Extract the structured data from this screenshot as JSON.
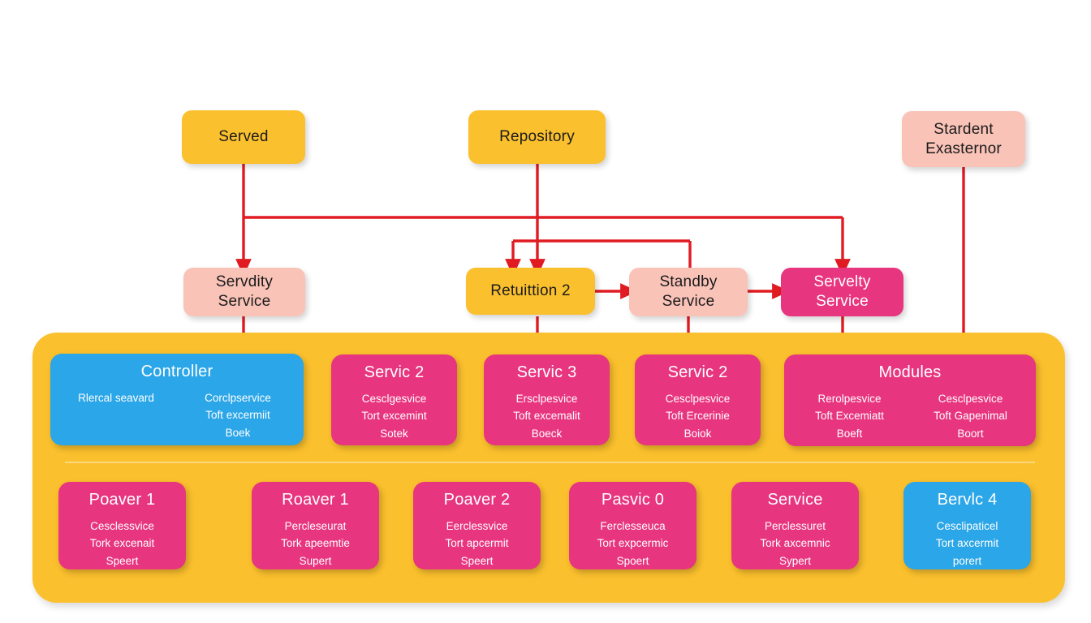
{
  "diagram": {
    "title": "service-architecture-diagram",
    "colors": {
      "yellow": "#FBC02D",
      "light_pink": "#F9C3B8",
      "pink": "#E8357F",
      "blue": "#2BA6E8",
      "arrow_red": "#E01B22",
      "panel": "#FBC02D",
      "background": "#FFFFFF"
    }
  },
  "top_row": [
    {
      "id": "served",
      "label": "Served",
      "style": "yellow"
    },
    {
      "id": "repository",
      "label": "Repository",
      "style": "yellow"
    },
    {
      "id": "stardent-exasternor",
      "label_line1": "Stardent",
      "label_line2": "Exasternor",
      "style": "light-pink"
    }
  ],
  "mid_row": [
    {
      "id": "servdity-service",
      "label_line1": "Servdity",
      "label_line2": "Service",
      "style": "light-pink"
    },
    {
      "id": "retuittion-2",
      "label_line1": "Retuittion 2",
      "label_line2": "",
      "style": "yellow"
    },
    {
      "id": "standby-service",
      "label_line1": "Standby",
      "label_line2": "Service",
      "style": "light-pink"
    },
    {
      "id": "servelty-service",
      "label_line1": "Servelty",
      "label_line2": "Service",
      "style": "pink"
    }
  ],
  "panel": {
    "upper_cards": [
      {
        "id": "controller",
        "title": "Controller",
        "style": "blue",
        "columns": [
          {
            "lines": [
              "Rlercal seavard"
            ]
          },
          {
            "lines": [
              "Corclpservice",
              "Toft excermiit",
              "Boek"
            ]
          }
        ]
      },
      {
        "id": "servic-2-a",
        "title": "Servic 2",
        "style": "pink",
        "body": [
          "Cesclgesvice",
          "Tort excemint",
          "Sotek"
        ]
      },
      {
        "id": "servic-3",
        "title": "Servic 3",
        "style": "pink",
        "body": [
          "Ersclpesvice",
          "Toft excemalit",
          "Boeck"
        ]
      },
      {
        "id": "servic-2-b",
        "title": "Servic 2",
        "style": "pink",
        "body": [
          "Cesclpesvice",
          "Toft Ercerinie",
          "Boiok"
        ]
      },
      {
        "id": "modules",
        "title": "Modules",
        "style": "pink",
        "columns": [
          {
            "lines": [
              "Rerolpesvice",
              "Toft Excemiatt",
              "Boeft"
            ]
          },
          {
            "lines": [
              "Cesclpesvice",
              "Toft Gapenimal",
              "Boort"
            ]
          }
        ]
      }
    ],
    "lower_cards": [
      {
        "id": "poaver-1",
        "title": "Poaver 1",
        "style": "pink",
        "body": [
          "Cesclessvice",
          "Tork excenait",
          "Speert"
        ]
      },
      {
        "id": "roaver-1",
        "title": "Roaver 1",
        "style": "pink",
        "body": [
          "Percleseurat",
          "Tork apeemtie",
          "Supert"
        ]
      },
      {
        "id": "poaver-2",
        "title": "Poaver 2",
        "style": "pink",
        "body": [
          "Eerclessvice",
          "Tort apcermit",
          "Speert"
        ]
      },
      {
        "id": "pasvic-0",
        "title": "Pasvic 0",
        "style": "pink",
        "body": [
          "Ferclesseuca",
          "Tort expcermic",
          "Spoert"
        ]
      },
      {
        "id": "service",
        "title": "Service",
        "style": "pink",
        "body": [
          "Perclessuret",
          "Tork axcemnic",
          "Sypert"
        ]
      },
      {
        "id": "bervlc-4",
        "title": "Bervlc 4",
        "style": "blue",
        "body": [
          "Cesclipaticel",
          "Tort axcermit",
          "porert"
        ]
      }
    ]
  }
}
